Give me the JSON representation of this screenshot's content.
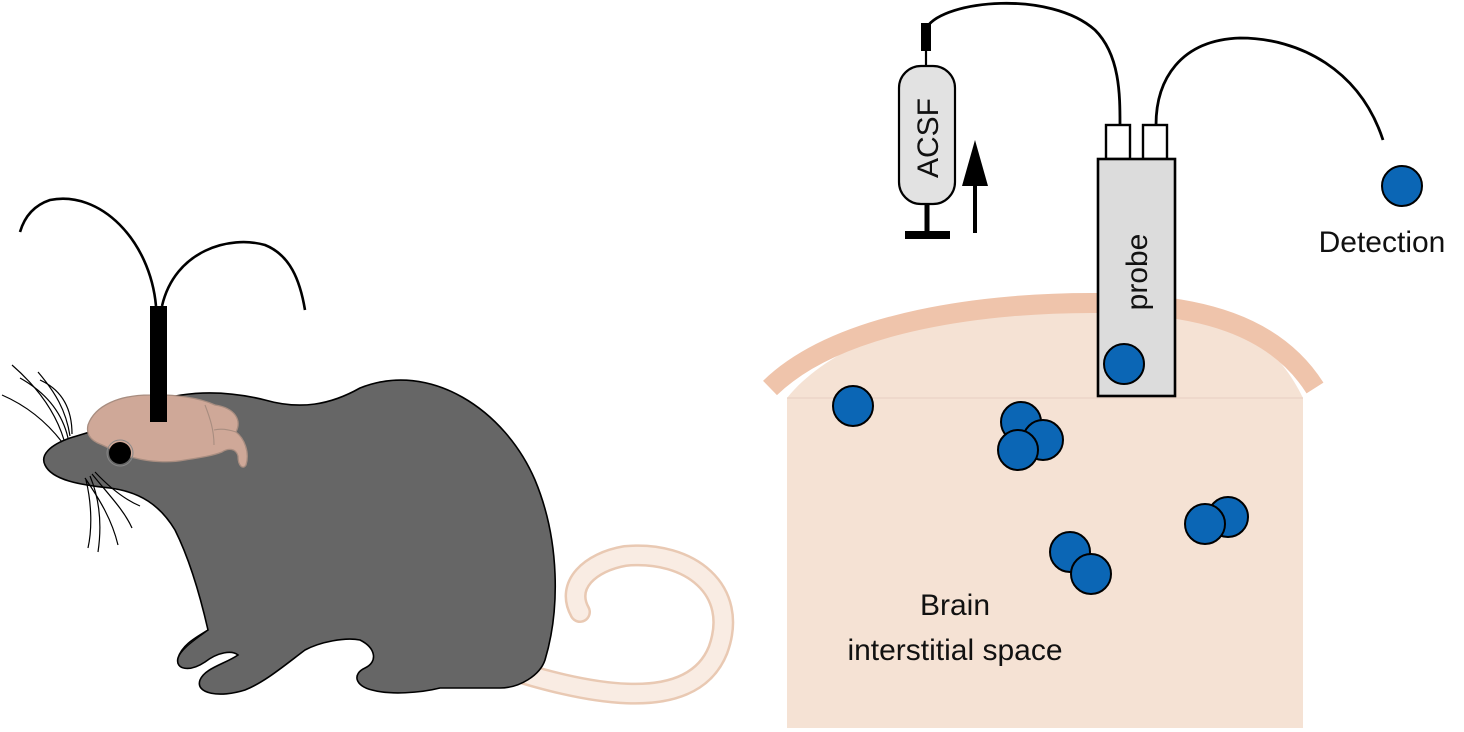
{
  "labels": {
    "acsf": "ACSF",
    "probe": "probe",
    "detection": "Detection",
    "brain_line1": "Brain",
    "brain_line2": "interstitial space"
  },
  "colors": {
    "mouse_body": "#666666",
    "mouse_brain": "#cfa898",
    "tail": "#f6e1d3",
    "tissue": "#f5e2d4",
    "tissue_edge": "#efc4ab",
    "molecule": "#0b66b5",
    "syringe_fill": "#e2e2e2",
    "probe_fill": "#dcdcdc",
    "line": "#000000"
  },
  "icons": {
    "mouse": "mouse-illustration",
    "syringe": "syringe-icon",
    "probe": "microdialysis-probe",
    "molecule": "molecule-dot"
  }
}
